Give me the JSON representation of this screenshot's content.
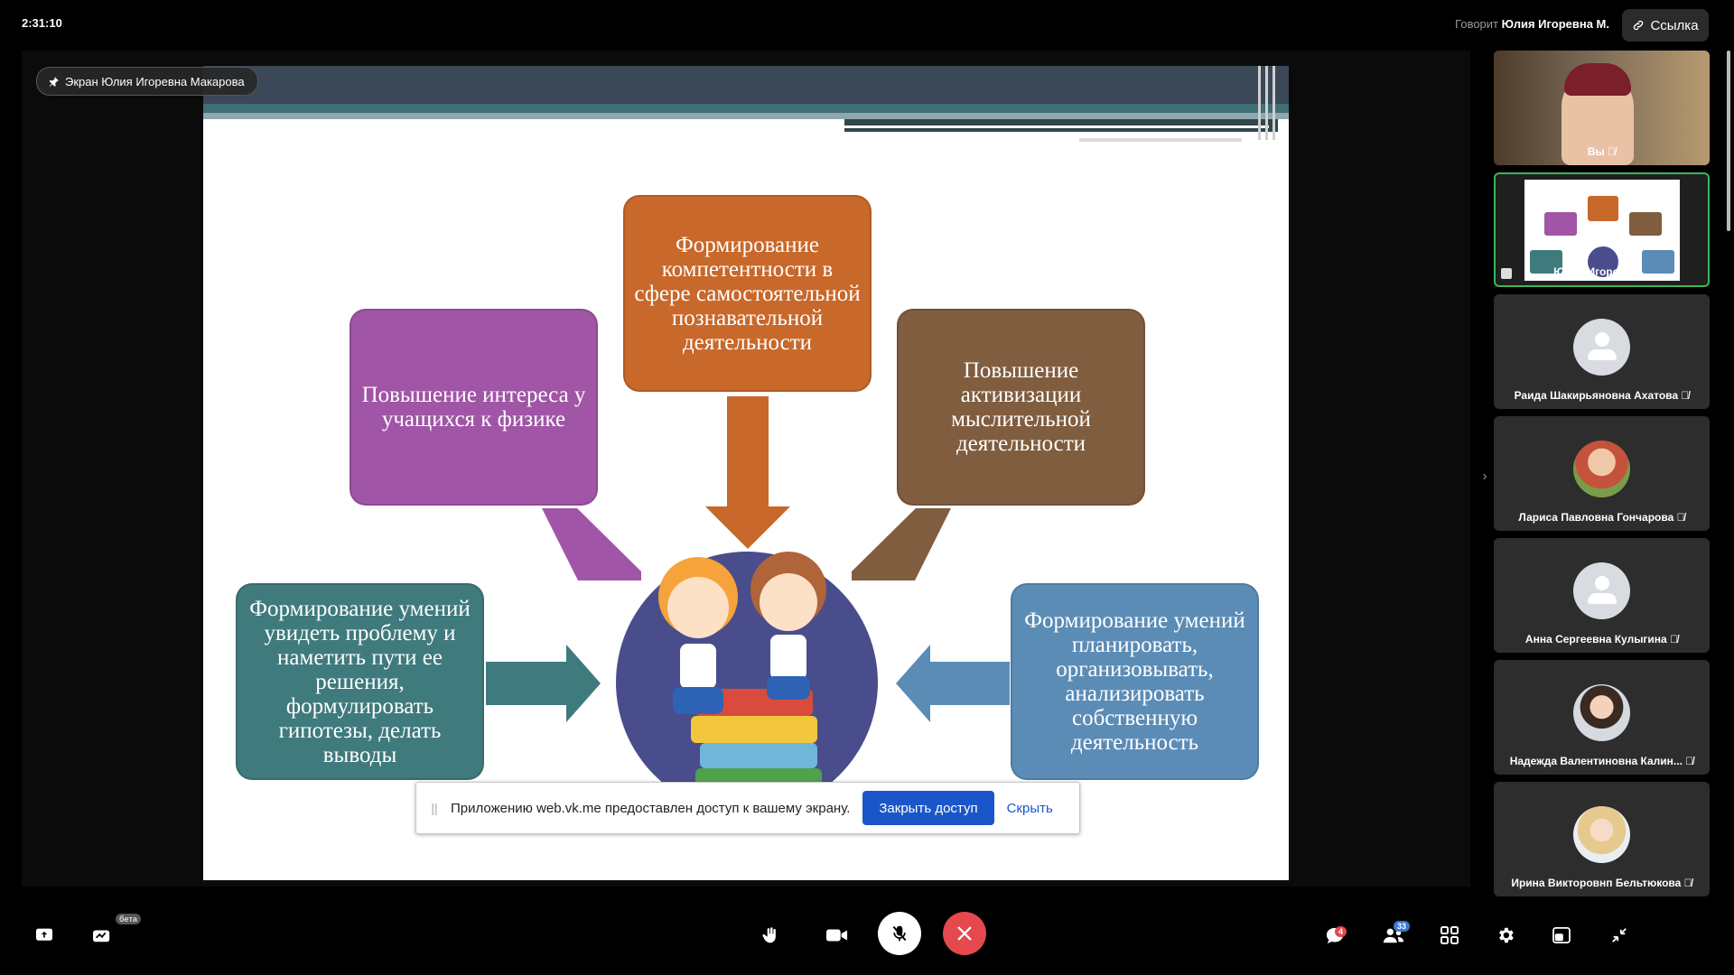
{
  "topbar": {
    "clock": "2:31:10",
    "speaking_prefix": "Говорит",
    "speaking_name": "Юлия Игоревна М.",
    "link_label": "Ссылка"
  },
  "stage": {
    "screen_pill_label": "Экран Юлия Игоревна Макарова"
  },
  "slide": {
    "box_top": "Формирование компетентности в сфере самостоятельной познавательной деятельности",
    "box_left": "Повышение интереса у учащихся к физике",
    "box_right": "Повышение активизации мыслительной деятельности",
    "box_bottom_left": "Формирование умений увидеть проблему и наметить пути ее решения, формулировать гипотезы, делать выводы",
    "box_bottom_right": "Формирование умений планировать, организовывать, анализировать собственную деятельность",
    "colors": {
      "orange": "#c8682a",
      "purple": "#a055a6",
      "brown": "#805d3f",
      "teal": "#3f7a7d",
      "blue": "#5b8cb6"
    }
  },
  "share_notification": {
    "message": "Приложению web.vk.me предоставлен доступ к вашему экрану.",
    "stop_label": "Закрыть доступ",
    "hide_label": "Скрыть"
  },
  "participants": [
    {
      "name": "Вы",
      "muted": true,
      "kind": "camera"
    },
    {
      "name": "Юлия Игоревна ...",
      "muted": false,
      "kind": "screen",
      "active_speaker": true
    },
    {
      "name": "Раида Шакирьяновна Ахатова",
      "muted": true,
      "kind": "placeholder"
    },
    {
      "name": "Лариса Павловна Гончарова",
      "muted": true,
      "kind": "photo"
    },
    {
      "name": "Анна Сергеевна Кулыгина",
      "muted": true,
      "kind": "placeholder"
    },
    {
      "name": "Надежда Валентиновна Калин...",
      "muted": true,
      "kind": "photo"
    },
    {
      "name": "Ирина Викторовнп Бельтюкова",
      "muted": true,
      "kind": "photo"
    }
  ],
  "toolbar": {
    "beta_label": "бета",
    "chat_badge": "4",
    "participants_badge": "33",
    "icons": [
      "share-screen-icon",
      "effects-icon",
      "raise-hand-icon",
      "camera-icon",
      "mic-muted-icon",
      "end-call-icon",
      "chat-icon",
      "participants-icon",
      "grid-icon",
      "settings-icon",
      "pip-icon",
      "collapse-icon"
    ],
    "accent_colors": {
      "end_call": "#e5484d",
      "active_speaker": "#3bb75a",
      "primary_button": "#1a56c9"
    }
  }
}
